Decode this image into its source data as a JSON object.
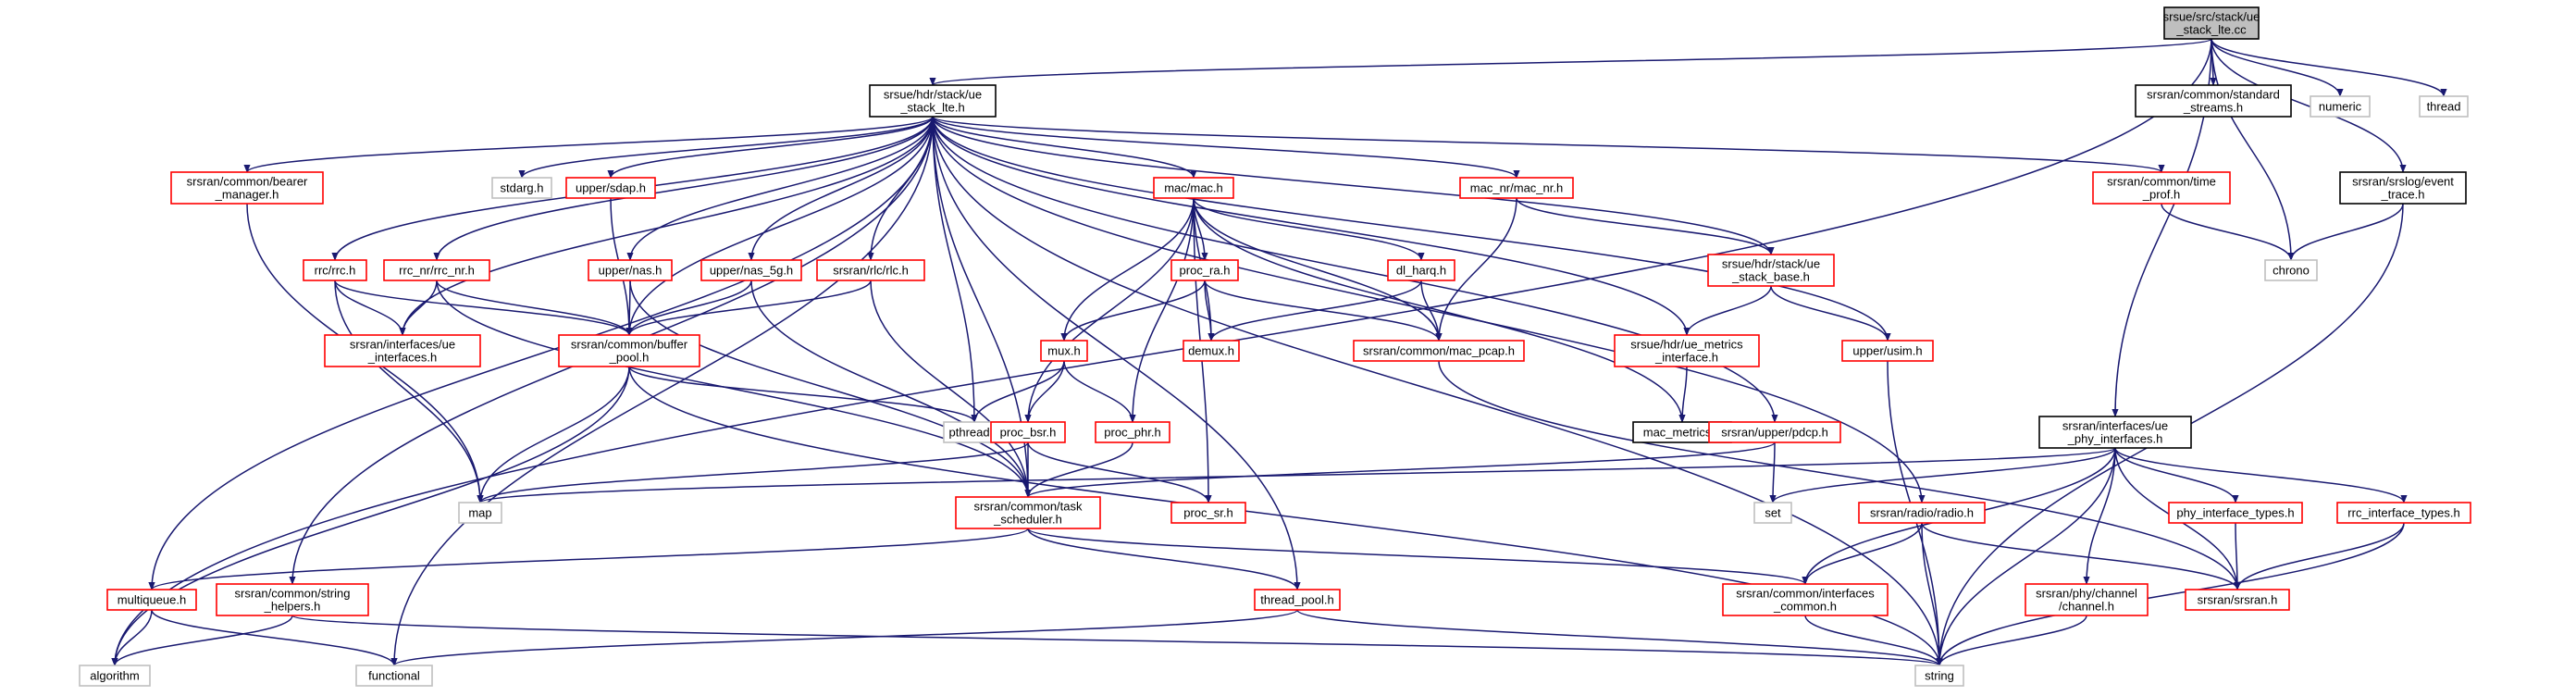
{
  "colors": {
    "edge": "#191970",
    "focus_fill": "#bfbfbf",
    "linked_border": "#ff0000",
    "plain_border": "#000000",
    "external_border": "#bfbfbf",
    "node_fill": "#ffffff",
    "external_text": "#444444"
  },
  "nodes": [
    {
      "id": "ue_stack_lte_cc",
      "lines": [
        "srsue/src/stack/ue",
        "_stack_lte.cc"
      ],
      "kind": "focus"
    },
    {
      "id": "ue_stack_lte_h",
      "lines": [
        "srsue/hdr/stack/ue",
        "_stack_lte.h"
      ],
      "kind": "plain"
    },
    {
      "id": "standard_streams_h",
      "lines": [
        "srsran/common/standard",
        "_streams.h"
      ],
      "kind": "plain"
    },
    {
      "id": "numeric",
      "lines": [
        "numeric"
      ],
      "kind": "external"
    },
    {
      "id": "thread",
      "lines": [
        "thread"
      ],
      "kind": "external"
    },
    {
      "id": "event_trace_h",
      "lines": [
        "srsran/srslog/event",
        "_trace.h"
      ],
      "kind": "plain"
    },
    {
      "id": "chrono",
      "lines": [
        "chrono"
      ],
      "kind": "external"
    },
    {
      "id": "time_prof_h",
      "lines": [
        "srsran/common/time",
        "_prof.h"
      ],
      "kind": "linked"
    },
    {
      "id": "bearer_manager_h",
      "lines": [
        "srsran/common/bearer",
        "_manager.h"
      ],
      "kind": "linked"
    },
    {
      "id": "stdarg_h",
      "lines": [
        "stdarg.h"
      ],
      "kind": "external"
    },
    {
      "id": "sdap_h",
      "lines": [
        "upper/sdap.h"
      ],
      "kind": "linked"
    },
    {
      "id": "mac_h",
      "lines": [
        "mac/mac.h"
      ],
      "kind": "linked"
    },
    {
      "id": "mac_nr_h",
      "lines": [
        "mac_nr/mac_nr.h"
      ],
      "kind": "linked"
    },
    {
      "id": "rrc_h",
      "lines": [
        "rrc/rrc.h"
      ],
      "kind": "linked"
    },
    {
      "id": "rrc_nr_h",
      "lines": [
        "rrc_nr/rrc_nr.h"
      ],
      "kind": "linked"
    },
    {
      "id": "nas_h",
      "lines": [
        "upper/nas.h"
      ],
      "kind": "linked"
    },
    {
      "id": "nas_5g_h",
      "lines": [
        "upper/nas_5g.h"
      ],
      "kind": "linked"
    },
    {
      "id": "rlc_h",
      "lines": [
        "srsran/rlc/rlc.h"
      ],
      "kind": "linked"
    },
    {
      "id": "proc_ra_h",
      "lines": [
        "proc_ra.h"
      ],
      "kind": "linked"
    },
    {
      "id": "dl_harq_h",
      "lines": [
        "dl_harq.h"
      ],
      "kind": "linked"
    },
    {
      "id": "ue_stack_base_h",
      "lines": [
        "srsue/hdr/stack/ue",
        "_stack_base.h"
      ],
      "kind": "linked"
    },
    {
      "id": "ue_interfaces_h",
      "lines": [
        "srsran/interfaces/ue",
        "_interfaces.h"
      ],
      "kind": "linked"
    },
    {
      "id": "buffer_pool_h",
      "lines": [
        "srsran/common/buffer",
        "_pool.h"
      ],
      "kind": "linked"
    },
    {
      "id": "mux_h",
      "lines": [
        "mux.h"
      ],
      "kind": "linked"
    },
    {
      "id": "demux_h",
      "lines": [
        "demux.h"
      ],
      "kind": "linked"
    },
    {
      "id": "mac_pcap_h",
      "lines": [
        "srsran/common/mac_pcap.h"
      ],
      "kind": "linked"
    },
    {
      "id": "ue_metrics_interface_h",
      "lines": [
        "srsue/hdr/ue_metrics",
        "_interface.h"
      ],
      "kind": "linked"
    },
    {
      "id": "usim_h",
      "lines": [
        "upper/usim.h"
      ],
      "kind": "linked"
    },
    {
      "id": "mac_metrics_h",
      "lines": [
        "mac_metrics.h"
      ],
      "kind": "plain"
    },
    {
      "id": "pthread_h",
      "lines": [
        "pthread.h"
      ],
      "kind": "external"
    },
    {
      "id": "proc_bsr_h",
      "lines": [
        "proc_bsr.h"
      ],
      "kind": "linked"
    },
    {
      "id": "proc_phr_h",
      "lines": [
        "proc_phr.h"
      ],
      "kind": "linked"
    },
    {
      "id": "pdcp_h",
      "lines": [
        "srsran/upper/pdcp.h"
      ],
      "kind": "linked"
    },
    {
      "id": "ue_phy_interfaces_h",
      "lines": [
        "srsran/interfaces/ue",
        "_phy_interfaces.h"
      ],
      "kind": "plain"
    },
    {
      "id": "map",
      "lines": [
        "map"
      ],
      "kind": "external"
    },
    {
      "id": "task_scheduler_h",
      "lines": [
        "srsran/common/task",
        "_scheduler.h"
      ],
      "kind": "linked"
    },
    {
      "id": "proc_sr_h",
      "lines": [
        "proc_sr.h"
      ],
      "kind": "linked"
    },
    {
      "id": "set",
      "lines": [
        "set"
      ],
      "kind": "external"
    },
    {
      "id": "radio_h",
      "lines": [
        "srsran/radio/radio.h"
      ],
      "kind": "linked"
    },
    {
      "id": "phy_interface_types_h",
      "lines": [
        "phy_interface_types.h"
      ],
      "kind": "linked"
    },
    {
      "id": "rrc_interface_types_h",
      "lines": [
        "rrc_interface_types.h"
      ],
      "kind": "linked"
    },
    {
      "id": "multiqueue_h",
      "lines": [
        "multiqueue.h"
      ],
      "kind": "linked"
    },
    {
      "id": "string_helpers_h",
      "lines": [
        "srsran/common/string",
        "_helpers.h"
      ],
      "kind": "linked"
    },
    {
      "id": "thread_pool_h",
      "lines": [
        "thread_pool.h"
      ],
      "kind": "linked"
    },
    {
      "id": "interfaces_common_h",
      "lines": [
        "srsran/common/interfaces",
        "_common.h"
      ],
      "kind": "linked"
    },
    {
      "id": "channel_h",
      "lines": [
        "srsran/phy/channel",
        "/channel.h"
      ],
      "kind": "linked"
    },
    {
      "id": "srsran_h",
      "lines": [
        "srsran/srsran.h"
      ],
      "kind": "linked"
    },
    {
      "id": "algorithm",
      "lines": [
        "algorithm"
      ],
      "kind": "external"
    },
    {
      "id": "functional",
      "lines": [
        "functional"
      ],
      "kind": "external"
    },
    {
      "id": "string",
      "lines": [
        "string"
      ],
      "kind": "external"
    }
  ],
  "edges": [
    [
      "ue_stack_lte_cc",
      "ue_stack_lte_h"
    ],
    [
      "ue_stack_lte_cc",
      "standard_streams_h"
    ],
    [
      "ue_stack_lte_cc",
      "numeric"
    ],
    [
      "ue_stack_lte_cc",
      "thread"
    ],
    [
      "ue_stack_lte_cc",
      "event_trace_h"
    ],
    [
      "ue_stack_lte_cc",
      "chrono"
    ],
    [
      "ue_stack_lte_cc",
      "ue_phy_interfaces_h"
    ],
    [
      "ue_stack_lte_cc",
      "algorithm"
    ],
    [
      "ue_stack_lte_h",
      "bearer_manager_h"
    ],
    [
      "ue_stack_lte_h",
      "stdarg_h"
    ],
    [
      "ue_stack_lte_h",
      "sdap_h"
    ],
    [
      "ue_stack_lte_h",
      "mac_h"
    ],
    [
      "ue_stack_lte_h",
      "mac_nr_h"
    ],
    [
      "ue_stack_lte_h",
      "rrc_h"
    ],
    [
      "ue_stack_lte_h",
      "rrc_nr_h"
    ],
    [
      "ue_stack_lte_h",
      "nas_h"
    ],
    [
      "ue_stack_lte_h",
      "nas_5g_h"
    ],
    [
      "ue_stack_lte_h",
      "rlc_h"
    ],
    [
      "ue_stack_lte_h",
      "time_prof_h"
    ],
    [
      "ue_stack_lte_h",
      "ue_stack_base_h"
    ],
    [
      "ue_stack_lte_h",
      "ue_metrics_interface_h"
    ],
    [
      "ue_stack_lte_h",
      "usim_h"
    ],
    [
      "ue_stack_lte_h",
      "pdcp_h"
    ],
    [
      "ue_stack_lte_h",
      "radio_h"
    ],
    [
      "ue_stack_lte_h",
      "thread_pool_h"
    ],
    [
      "ue_stack_lte_h",
      "task_scheduler_h"
    ],
    [
      "ue_stack_lte_h",
      "buffer_pool_h"
    ],
    [
      "ue_stack_lte_h",
      "ue_interfaces_h"
    ],
    [
      "ue_stack_lte_h",
      "pthread_h"
    ],
    [
      "ue_stack_lte_h",
      "multiqueue_h"
    ],
    [
      "ue_stack_lte_h",
      "string_helpers_h"
    ],
    [
      "ue_stack_lte_h",
      "functional"
    ],
    [
      "ue_stack_lte_h",
      "string"
    ],
    [
      "event_trace_h",
      "chrono"
    ],
    [
      "event_trace_h",
      "string"
    ],
    [
      "time_prof_h",
      "chrono"
    ],
    [
      "bearer_manager_h",
      "map"
    ],
    [
      "sdap_h",
      "buffer_pool_h"
    ],
    [
      "rrc_h",
      "ue_interfaces_h"
    ],
    [
      "rrc_h",
      "buffer_pool_h"
    ],
    [
      "rrc_h",
      "map"
    ],
    [
      "rrc_nr_h",
      "ue_interfaces_h"
    ],
    [
      "rrc_nr_h",
      "buffer_pool_h"
    ],
    [
      "rrc_nr_h",
      "task_scheduler_h"
    ],
    [
      "nas_h",
      "buffer_pool_h"
    ],
    [
      "nas_h",
      "task_scheduler_h"
    ],
    [
      "nas_5g_h",
      "buffer_pool_h"
    ],
    [
      "nas_5g_h",
      "task_scheduler_h"
    ],
    [
      "rlc_h",
      "buffer_pool_h"
    ],
    [
      "rlc_h",
      "task_scheduler_h"
    ],
    [
      "mac_h",
      "proc_ra_h"
    ],
    [
      "mac_h",
      "dl_harq_h"
    ],
    [
      "mac_h",
      "mux_h"
    ],
    [
      "mac_h",
      "demux_h"
    ],
    [
      "mac_h",
      "mac_pcap_h"
    ],
    [
      "mac_h",
      "proc_bsr_h"
    ],
    [
      "mac_h",
      "proc_phr_h"
    ],
    [
      "mac_h",
      "proc_sr_h"
    ],
    [
      "mac_h",
      "mac_metrics_h"
    ],
    [
      "mac_nr_h",
      "mac_pcap_h"
    ],
    [
      "mac_nr_h",
      "ue_stack_base_h"
    ],
    [
      "proc_ra_h",
      "mux_h"
    ],
    [
      "proc_ra_h",
      "demux_h"
    ],
    [
      "proc_ra_h",
      "mac_pcap_h"
    ],
    [
      "dl_harq_h",
      "demux_h"
    ],
    [
      "dl_harq_h",
      "mac_pcap_h"
    ],
    [
      "ue_stack_base_h",
      "ue_metrics_interface_h"
    ],
    [
      "ue_stack_base_h",
      "usim_h"
    ],
    [
      "ue_metrics_interface_h",
      "mac_metrics_h"
    ],
    [
      "buffer_pool_h",
      "pthread_h"
    ],
    [
      "buffer_pool_h",
      "map"
    ],
    [
      "buffer_pool_h",
      "algorithm"
    ],
    [
      "buffer_pool_h",
      "string"
    ],
    [
      "mux_h",
      "pthread_h"
    ],
    [
      "mux_h",
      "proc_bsr_h"
    ],
    [
      "mux_h",
      "proc_phr_h"
    ],
    [
      "proc_bsr_h",
      "map"
    ],
    [
      "proc_bsr_h",
      "task_scheduler_h"
    ],
    [
      "proc_bsr_h",
      "proc_sr_h"
    ],
    [
      "proc_phr_h",
      "task_scheduler_h"
    ],
    [
      "mac_pcap_h",
      "srsran_h"
    ],
    [
      "usim_h",
      "string"
    ],
    [
      "pdcp_h",
      "set"
    ],
    [
      "pdcp_h",
      "task_scheduler_h"
    ],
    [
      "ue_phy_interfaces_h",
      "map"
    ],
    [
      "ue_phy_interfaces_h",
      "set"
    ],
    [
      "ue_phy_interfaces_h",
      "interfaces_common_h"
    ],
    [
      "ue_phy_interfaces_h",
      "phy_interface_types_h"
    ],
    [
      "ue_phy_interfaces_h",
      "rrc_interface_types_h"
    ],
    [
      "ue_phy_interfaces_h",
      "channel_h"
    ],
    [
      "ue_phy_interfaces_h",
      "srsran_h"
    ],
    [
      "ue_phy_interfaces_h",
      "string"
    ],
    [
      "task_scheduler_h",
      "multiqueue_h"
    ],
    [
      "task_scheduler_h",
      "thread_pool_h"
    ],
    [
      "task_scheduler_h",
      "interfaces_common_h"
    ],
    [
      "radio_h",
      "interfaces_common_h"
    ],
    [
      "radio_h",
      "srsran_h"
    ],
    [
      "radio_h",
      "string"
    ],
    [
      "phy_interface_types_h",
      "srsran_h"
    ],
    [
      "rrc_interface_types_h",
      "srsran_h"
    ],
    [
      "rrc_interface_types_h",
      "string"
    ],
    [
      "channel_h",
      "string"
    ],
    [
      "interfaces_common_h",
      "string"
    ],
    [
      "multiqueue_h",
      "algorithm"
    ],
    [
      "multiqueue_h",
      "functional"
    ],
    [
      "string_helpers_h",
      "algorithm"
    ],
    [
      "string_helpers_h",
      "string"
    ],
    [
      "thread_pool_h",
      "functional"
    ],
    [
      "thread_pool_h",
      "string"
    ]
  ]
}
